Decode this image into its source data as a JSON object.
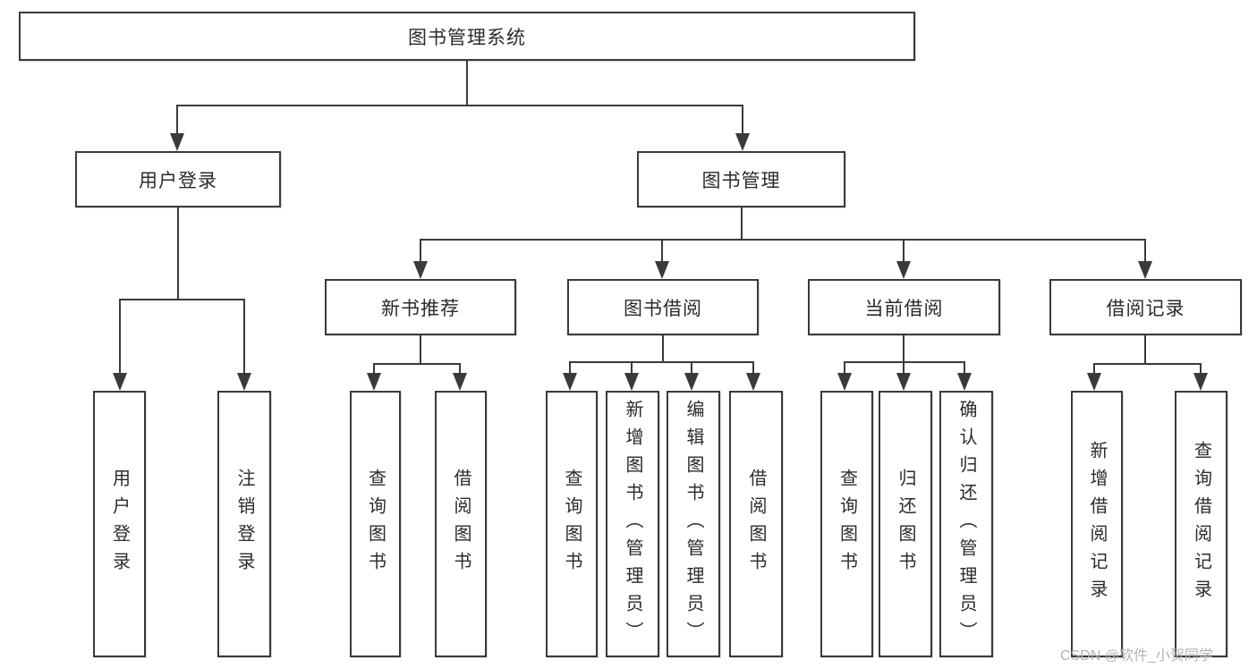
{
  "colors": {
    "line": "#3a3a3a",
    "text": "#2b2b2b",
    "watermark": "#b3b3b3",
    "box-bg": "#ffffff"
  },
  "tree": {
    "root": "图书管理系统",
    "user_login": {
      "label": "用户登录",
      "children": [
        "用户登录",
        "注销登录"
      ]
    },
    "book_management": {
      "label": "图书管理",
      "groups": [
        {
          "label": "新书推荐",
          "children": [
            "查询图书",
            "借阅图书"
          ]
        },
        {
          "label": "图书借阅",
          "children": [
            "查询图书",
            "新增图书（管理员）",
            "编辑图书（管理员）",
            "借阅图书"
          ]
        },
        {
          "label": "当前借阅",
          "children": [
            "查询图书",
            "归还图书",
            "确认归还（管理员）"
          ]
        },
        {
          "label": "借阅记录",
          "children": [
            "新增借阅记录",
            "查询借阅记录"
          ]
        }
      ]
    }
  },
  "watermark": "CSDN @软件_小贺同学"
}
